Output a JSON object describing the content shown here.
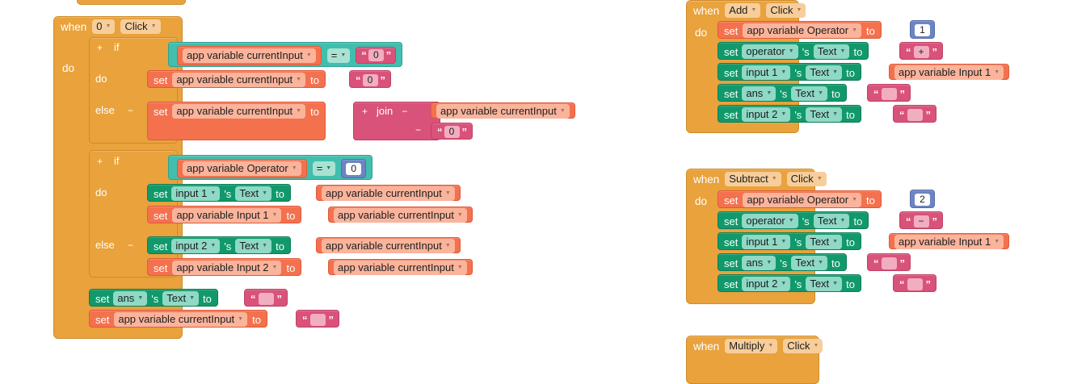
{
  "app": {
    "editor": "MIT App Inventor Blocks Editor",
    "background": "#ffffff"
  },
  "palette": {
    "event_orange": "#E9A23C",
    "control_orange": "#E9A23C",
    "set_component_green": "#11996B",
    "set_variable_orange": "#F4714E",
    "logic_teal": "#41BFAE",
    "text_pink": "#D9527A",
    "math_blue": "#6C84C3",
    "field_cream": "#F7CE9B",
    "field_salmon": "#FBB49C",
    "field_mint": "#8FD9C6"
  },
  "keywords": {
    "when": "when",
    "do": "do",
    "if": "if",
    "else": "else",
    "set": "set",
    "to": "to",
    "apostrophe_s": "'s",
    "join": "join",
    "equals": "=",
    "plus_mutator": "+",
    "minus_mutator": "−"
  },
  "blocks": {
    "zero_click": {
      "name": "when-0-click",
      "event_component": "0",
      "event_action": "Click",
      "if1": {
        "condition": {
          "left_var": "app variable currentInput",
          "operator": "=",
          "right_text": "0"
        },
        "do": [
          {
            "set_var": "app variable currentInput",
            "to_text": "0"
          }
        ],
        "else": [
          {
            "set_var": "app variable currentInput",
            "to_join": {
              "label": "join",
              "arg1_var": "app variable currentInput",
              "arg2_text": "0"
            }
          }
        ]
      },
      "if2": {
        "condition": {
          "left_var": "app variable Operator",
          "operator": "=",
          "right_number": "0"
        },
        "do": [
          {
            "component": "input 1",
            "property": "Text",
            "to_var": "app variable currentInput"
          },
          {
            "set_var": "app variable Input 1",
            "to_var": "app variable currentInput"
          }
        ],
        "else": [
          {
            "component": "input 2",
            "property": "Text",
            "to_var": "app variable currentInput"
          },
          {
            "set_var": "app variable Input 2",
            "to_var": "app variable currentInput"
          }
        ]
      },
      "tail": [
        {
          "component": "ans",
          "property": "Text",
          "to_text": ""
        },
        {
          "set_var": "app variable currentInput",
          "to_text": ""
        }
      ]
    },
    "add_click": {
      "name": "when-add-click",
      "event_component": "Add",
      "event_action": "Click",
      "rows": [
        {
          "kind": "set_var",
          "target": "app variable Operator",
          "value_kind": "number",
          "value": "1"
        },
        {
          "kind": "set_prop",
          "component": "operator",
          "property": "Text",
          "value_kind": "text",
          "value": "+"
        },
        {
          "kind": "set_prop",
          "component": "input 1",
          "property": "Text",
          "value_kind": "var",
          "value": "app variable Input 1"
        },
        {
          "kind": "set_prop",
          "component": "ans",
          "property": "Text",
          "value_kind": "text",
          "value": ""
        },
        {
          "kind": "set_prop",
          "component": "input 2",
          "property": "Text",
          "value_kind": "text",
          "value": ""
        }
      ]
    },
    "subtract_click": {
      "name": "when-subtract-click",
      "event_component": "Subtract",
      "event_action": "Click",
      "rows": [
        {
          "kind": "set_var",
          "target": "app variable Operator",
          "value_kind": "number",
          "value": "2"
        },
        {
          "kind": "set_prop",
          "component": "operator",
          "property": "Text",
          "value_kind": "text",
          "value": "−"
        },
        {
          "kind": "set_prop",
          "component": "input 1",
          "property": "Text",
          "value_kind": "var",
          "value": "app variable Input 1"
        },
        {
          "kind": "set_prop",
          "component": "ans",
          "property": "Text",
          "value_kind": "text",
          "value": ""
        },
        {
          "kind": "set_prop",
          "component": "input 2",
          "property": "Text",
          "value_kind": "text",
          "value": ""
        }
      ]
    },
    "multiply_click": {
      "name": "when-multiply-click",
      "event_component": "Multiply",
      "event_action": "Click"
    }
  }
}
